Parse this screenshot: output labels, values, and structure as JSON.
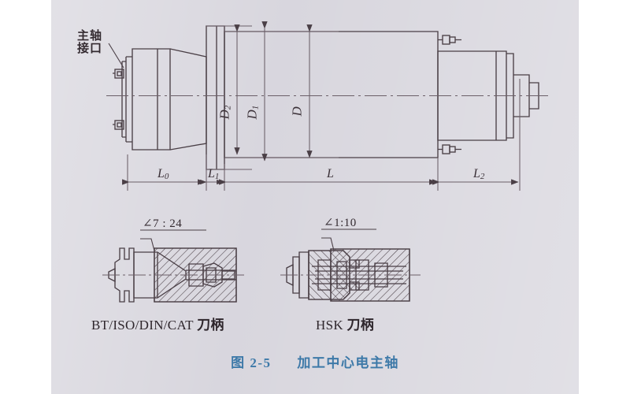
{
  "figure": {
    "caption_prefix": "图 2-5",
    "caption_title": "加工中心电主轴",
    "caption_color": "#3d79a8",
    "ink_color": "#3b3138",
    "paper_color": "#d6d4dc"
  },
  "callout": {
    "line1": "主轴",
    "line2": "接口"
  },
  "diameters": [
    {
      "id": "D2",
      "base": "D",
      "subscript": "2"
    },
    {
      "id": "D1",
      "base": "D",
      "subscript": "1"
    },
    {
      "id": "D",
      "base": "D",
      "subscript": ""
    }
  ],
  "lengths": [
    {
      "id": "L0",
      "base": "L",
      "subscript": "0"
    },
    {
      "id": "L1",
      "base": "L",
      "subscript": "1"
    },
    {
      "id": "L",
      "base": "L",
      "subscript": ""
    },
    {
      "id": "L2",
      "base": "L",
      "subscript": "2"
    }
  ],
  "tapers": [
    {
      "id": "bt",
      "label": "∠7 : 24"
    },
    {
      "id": "hsk",
      "label": "∠1:10"
    }
  ],
  "holders": [
    {
      "id": "bt",
      "latin": "BT/ISO/DIN/CAT",
      "cjk": "刀柄"
    },
    {
      "id": "hsk",
      "latin": "HSK",
      "cjk": "刀柄"
    }
  ],
  "icons": {
    "leader": "leader-line-icon",
    "arrow": "dimension-arrow-icon",
    "centerline": "centerline-icon",
    "hatching": "section-hatching-icon",
    "bolt": "bolt-fitting-icon"
  }
}
